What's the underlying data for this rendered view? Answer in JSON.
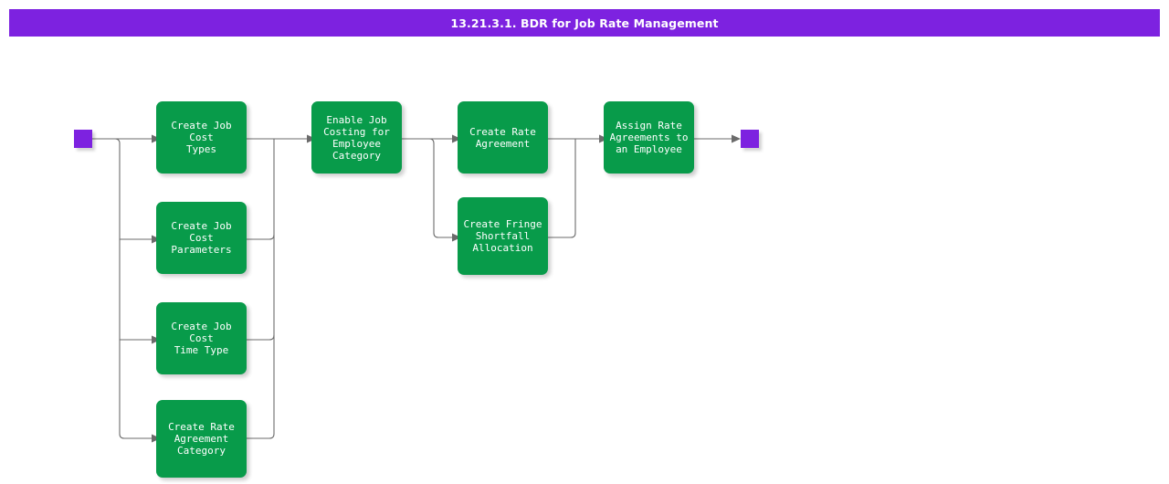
{
  "header": {
    "title": "13.21.3.1. BDR for Job Rate Management",
    "background_color": "#7d22e0",
    "text_color": "#ffffff"
  },
  "theme": {
    "process_fill": "#089b4a",
    "process_text": "#ffffff",
    "terminal_fill": "#7d22e0",
    "connector_color": "#6b6b6b",
    "page_background": "#ffffff"
  },
  "diagram": {
    "type": "flowchart",
    "orientation": "left-to-right",
    "start_node": {
      "name": "start-terminal",
      "shape": "square",
      "color": "#7d22e0"
    },
    "end_node": {
      "name": "end-terminal",
      "shape": "square",
      "color": "#7d22e0"
    },
    "nodes": [
      {
        "id": "create-job-cost-types",
        "label": "Create Job Cost\nTypes",
        "column": 1
      },
      {
        "id": "create-job-cost-parameters",
        "label": "Create Job Cost\nParameters",
        "column": 1
      },
      {
        "id": "create-job-cost-time-type",
        "label": "Create Job Cost\nTime Type",
        "column": 1
      },
      {
        "id": "create-rate-agreement-category",
        "label": "Create Rate\nAgreement\nCategory",
        "column": 1
      },
      {
        "id": "enable-job-costing-for-employee-category",
        "label": "Enable Job\nCosting for\nEmployee\nCategory",
        "column": 2
      },
      {
        "id": "create-rate-agreement",
        "label": "Create Rate\nAgreement",
        "column": 3
      },
      {
        "id": "create-fringe-shortfall-allocation",
        "label": "Create Fringe\nShortfall\nAllocation",
        "column": 3
      },
      {
        "id": "assign-rate-agreements-to-an-employee",
        "label": "Assign Rate\nAgreements to\nan Employee",
        "column": 4
      }
    ],
    "edges": [
      {
        "from": "start-terminal",
        "to": "create-job-cost-types"
      },
      {
        "from": "start-terminal",
        "to": "create-job-cost-parameters"
      },
      {
        "from": "start-terminal",
        "to": "create-job-cost-time-type"
      },
      {
        "from": "start-terminal",
        "to": "create-rate-agreement-category"
      },
      {
        "from": "create-job-cost-types",
        "to": "enable-job-costing-for-employee-category"
      },
      {
        "from": "create-job-cost-parameters",
        "to": "enable-job-costing-for-employee-category"
      },
      {
        "from": "create-job-cost-time-type",
        "to": "enable-job-costing-for-employee-category"
      },
      {
        "from": "create-rate-agreement-category",
        "to": "enable-job-costing-for-employee-category"
      },
      {
        "from": "enable-job-costing-for-employee-category",
        "to": "create-rate-agreement"
      },
      {
        "from": "enable-job-costing-for-employee-category",
        "to": "create-fringe-shortfall-allocation"
      },
      {
        "from": "create-rate-agreement",
        "to": "assign-rate-agreements-to-an-employee"
      },
      {
        "from": "create-fringe-shortfall-allocation",
        "to": "assign-rate-agreements-to-an-employee"
      },
      {
        "from": "assign-rate-agreements-to-an-employee",
        "to": "end-terminal"
      }
    ]
  }
}
